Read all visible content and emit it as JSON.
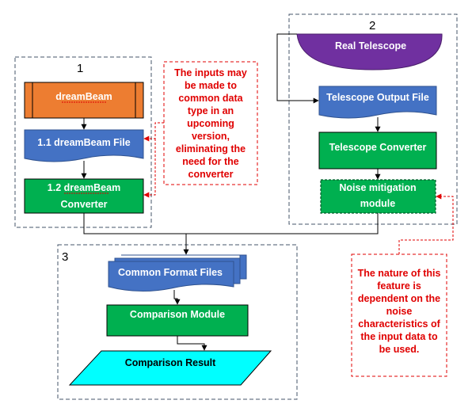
{
  "groups": {
    "g1": {
      "number": "1"
    },
    "g2": {
      "number": "2"
    },
    "g3": {
      "number": "3"
    }
  },
  "nodes": {
    "dreambeam": {
      "label": "dreamBeam"
    },
    "dreambeam_file": {
      "label": "1.1 dreamBeam File"
    },
    "dreambeam_conv_l1": {
      "label": "1.2 dreamBeam"
    },
    "dreambeam_conv_l2": {
      "label": "Converter"
    },
    "real_telescope": {
      "label": "Real Telescope"
    },
    "telescope_output": {
      "label": "Telescope Output File"
    },
    "telescope_converter": {
      "label": "Telescope Converter"
    },
    "noise_l1": {
      "label": "Noise mitigation"
    },
    "noise_l2": {
      "label": "module"
    },
    "common_format": {
      "label": "Common Format Files"
    },
    "comparison_module": {
      "label": "Comparison Module"
    },
    "comparison_result": {
      "label": "Comparison Result"
    }
  },
  "notes": {
    "inputs_note": [
      "The inputs may",
      "be made to",
      "common data",
      "type in an",
      "upcoming",
      "version,",
      "eliminating the",
      "need for the",
      "converter"
    ],
    "noise_note": [
      "The nature of this",
      "feature is",
      "dependent on the",
      "noise",
      "characteristics  of",
      "the input data to",
      "be used."
    ]
  },
  "colors": {
    "orange": "#ed7d31",
    "blue": "#4472c4",
    "green": "#00b050",
    "purple": "#7030a0",
    "cyan": "#00ffff",
    "note_red": "#e00000",
    "group_border": "#44546a"
  }
}
